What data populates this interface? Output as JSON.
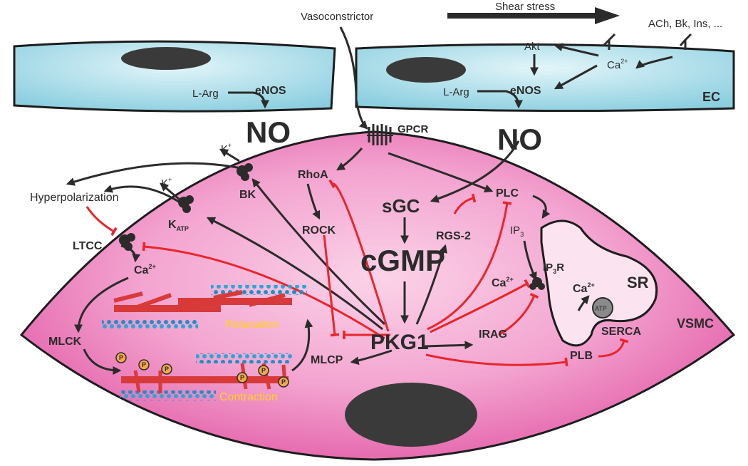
{
  "labels": {
    "vasoconstrictor": "Vasoconstrictor",
    "shear_stress": "Shear stress",
    "agonists": "ACh, Bk, Ins, ...",
    "akt": "Akt",
    "ca_ec": "Ca",
    "ca_ec_sup": "2+",
    "l_arg_left": "L-Arg",
    "enos_left": "eNOS",
    "l_arg_right": "L-Arg",
    "enos_right": "eNOS",
    "ec": "EC",
    "no_left": "NO",
    "no_right": "NO",
    "gpcr": "GPCR",
    "k_top": "K",
    "k_top_sup": "+",
    "k_mid": "K",
    "k_mid_sup": "+",
    "hyperpolarization": "Hyperpolarization",
    "bk": "BK",
    "katp": "K",
    "katp_sub": "ATP",
    "ltcc": "LTCC",
    "ca_vsmc": "Ca",
    "ca_vsmc_sup": "2+",
    "rhoa": "RhoA",
    "rock": "ROCK",
    "sgc": "sGC",
    "cgmp": "cGMP",
    "rgs2": "RGS-2",
    "plc": "PLC",
    "ip3": "IP",
    "ip3_sub": "3",
    "ip3r": "IP",
    "ip3r_sub": "3",
    "ip3r_suffix": "R",
    "ca_cyt": "Ca",
    "ca_cyt_sup": "2+",
    "ca_sr": "Ca",
    "ca_sr_sup": "2+",
    "sr": "SR",
    "atp": "ATP",
    "serca": "SERCA",
    "vsmc": "VSMC",
    "mlck": "MLCK",
    "relaxation": "Relaxation",
    "contraction": "Contraction",
    "pkg1": "PKG1",
    "irag": "IRAG",
    "plb": "PLB",
    "mlcp": "MLCP",
    "p": "P"
  },
  "colors": {
    "ec_fill": "#a9dce8",
    "vsmc_fill": "#ee8fc4",
    "nucleus": "#3a3a3a",
    "activation": "#2b2b2b",
    "inhibition": "#e8262b",
    "highlight_text": "#ffd21c",
    "actin": "#1f8fc7",
    "myosin": "#d83a3a",
    "phosphate": "#f4a84a"
  }
}
